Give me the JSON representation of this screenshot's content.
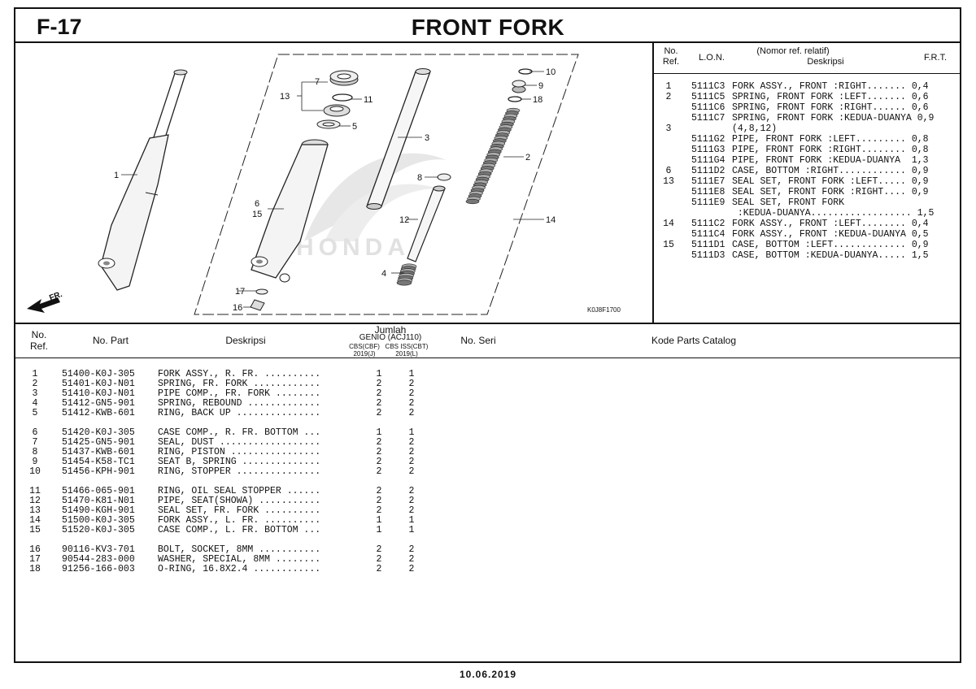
{
  "header": {
    "code": "F-17",
    "title": "FRONT FORK"
  },
  "diagram": {
    "figure_code": "K0J8F1700",
    "direction_label": "FR.",
    "callouts": [
      "1",
      "2",
      "3",
      "4",
      "5",
      "6",
      "7",
      "8",
      "9",
      "10",
      "11",
      "12",
      "13",
      "14",
      "15",
      "16",
      "17",
      "18"
    ],
    "watermark": "HONDA"
  },
  "ref_panel": {
    "headers": {
      "no": "No.",
      "ref": "Ref.",
      "lon": "L.O.N.",
      "nomor": "(Nomor ref. relatif)",
      "deskripsi": "Deskripsi",
      "frt": "F.R.T."
    },
    "rows": [
      {
        "ref": "1",
        "lon": "5111C3",
        "desc": "FORK ASSY., FRONT :RIGHT....... 0,4"
      },
      {
        "ref": "2",
        "lon": "5111C5",
        "desc": "SPRING, FRONT FORK :LEFT....... 0,6"
      },
      {
        "ref": "",
        "lon": "5111C6",
        "desc": "SPRING, FRONT FORK :RIGHT...... 0,6"
      },
      {
        "ref": "",
        "lon": "5111C7",
        "desc": "SPRING, FRONT FORK :KEDUA-DUANYA 0,9"
      },
      {
        "ref": "3",
        "lon": "",
        "desc": "(4,8,12)"
      },
      {
        "ref": "",
        "lon": "5111G2",
        "desc": "PIPE, FRONT FORK :LEFT......... 0,8"
      },
      {
        "ref": "",
        "lon": "5111G3",
        "desc": "PIPE, FRONT FORK :RIGHT........ 0,8"
      },
      {
        "ref": "",
        "lon": "5111G4",
        "desc": "PIPE, FRONT FORK :KEDUA-DUANYA  1,3"
      },
      {
        "ref": "6",
        "lon": "5111D2",
        "desc": "CASE, BOTTOM :RIGHT............ 0,9"
      },
      {
        "ref": "13",
        "lon": "5111E7",
        "desc": "SEAL SET, FRONT FORK :LEFT..... 0,9"
      },
      {
        "ref": "",
        "lon": "5111E8",
        "desc": "SEAL SET, FRONT FORK :RIGHT.... 0,9"
      },
      {
        "ref": "",
        "lon": "5111E9",
        "desc": "SEAL SET, FRONT FORK"
      },
      {
        "ref": "",
        "lon": "",
        "desc": " :KEDUA-DUANYA.................. 1,5"
      },
      {
        "ref": "14",
        "lon": "5111C2",
        "desc": "FORK ASSY., FRONT :LEFT........ 0,4"
      },
      {
        "ref": "",
        "lon": "5111C4",
        "desc": "FORK ASSY., FRONT :KEDUA-DUANYA 0,5"
      },
      {
        "ref": "15",
        "lon": "5111D1",
        "desc": "CASE, BOTTOM :LEFT............. 0,9"
      },
      {
        "ref": "",
        "lon": "5111D3",
        "desc": "CASE, BOTTOM :KEDUA-DUANYA..... 1,5"
      }
    ]
  },
  "parts_table": {
    "headers": {
      "no": "No.",
      "ref": "Ref.",
      "part": "No. Part",
      "desc": "Deskripsi",
      "jumlah": "Jumlah",
      "model": "GENIO (ACJ110)",
      "col1": "CBS(CBF)",
      "col1_year": "2019(J)",
      "col2": "CBS ISS(CBT)",
      "col2_year": "2019(L)",
      "seri": "No. Seri",
      "catalog": "Kode Parts Catalog"
    },
    "groups": [
      [
        {
          "ref": "1",
          "part": "51400-K0J-305",
          "desc": "FORK ASSY., R. FR. ..........",
          "q1": "1",
          "q2": "1"
        },
        {
          "ref": "2",
          "part": "51401-K0J-N01",
          "desc": "SPRING, FR. FORK ............",
          "q1": "2",
          "q2": "2"
        },
        {
          "ref": "3",
          "part": "51410-K0J-N01",
          "desc": "PIPE COMP., FR. FORK ........",
          "q1": "2",
          "q2": "2"
        },
        {
          "ref": "4",
          "part": "51412-GN5-901",
          "desc": "SPRING, REBOUND .............",
          "q1": "2",
          "q2": "2"
        },
        {
          "ref": "5",
          "part": "51412-KWB-601",
          "desc": "RING, BACK UP ...............",
          "q1": "2",
          "q2": "2"
        }
      ],
      [
        {
          "ref": "6",
          "part": "51420-K0J-305",
          "desc": "CASE COMP., R. FR. BOTTOM ...",
          "q1": "1",
          "q2": "1"
        },
        {
          "ref": "7",
          "part": "51425-GN5-901",
          "desc": "SEAL, DUST ..................",
          "q1": "2",
          "q2": "2"
        },
        {
          "ref": "8",
          "part": "51437-KWB-601",
          "desc": "RING, PISTON ................",
          "q1": "2",
          "q2": "2"
        },
        {
          "ref": "9",
          "part": "51454-K58-TC1",
          "desc": "SEAT B, SPRING ..............",
          "q1": "2",
          "q2": "2"
        },
        {
          "ref": "10",
          "part": "51456-KPH-901",
          "desc": "RING, STOPPER ...............",
          "q1": "2",
          "q2": "2"
        }
      ],
      [
        {
          "ref": "11",
          "part": "51466-065-901",
          "desc": "RING, OIL SEAL STOPPER ......",
          "q1": "2",
          "q2": "2"
        },
        {
          "ref": "12",
          "part": "51470-K81-N01",
          "desc": "PIPE, SEAT(SHOWA) ...........",
          "q1": "2",
          "q2": "2"
        },
        {
          "ref": "13",
          "part": "51490-KGH-901",
          "desc": "SEAL SET, FR. FORK ..........",
          "q1": "2",
          "q2": "2"
        },
        {
          "ref": "14",
          "part": "51500-K0J-305",
          "desc": "FORK ASSY., L. FR. ..........",
          "q1": "1",
          "q2": "1"
        },
        {
          "ref": "15",
          "part": "51520-K0J-305",
          "desc": "CASE COMP., L. FR. BOTTOM ...",
          "q1": "1",
          "q2": "1"
        }
      ],
      [
        {
          "ref": "16",
          "part": "90116-KV3-701",
          "desc": "BOLT, SOCKET, 8MM ...........",
          "q1": "2",
          "q2": "2"
        },
        {
          "ref": "17",
          "part": "90544-283-000",
          "desc": "WASHER, SPECIAL, 8MM ........",
          "q1": "2",
          "q2": "2"
        },
        {
          "ref": "18",
          "part": "91256-166-003",
          "desc": "O-RING, 16.8X2.4 ............",
          "q1": "2",
          "q2": "2"
        }
      ]
    ]
  },
  "footer": {
    "date": "10.06.2019"
  }
}
